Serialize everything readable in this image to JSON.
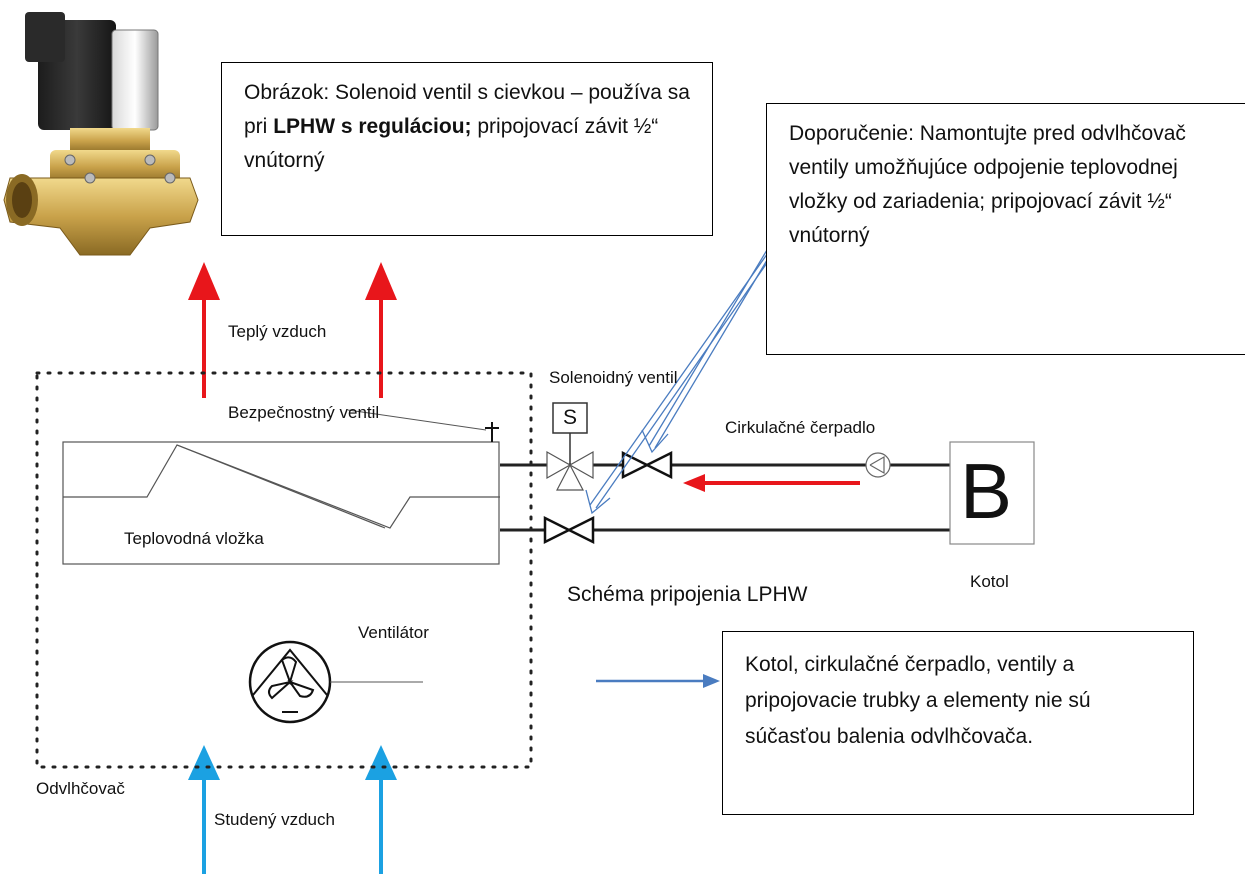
{
  "callouts": {
    "image_caption": {
      "part1": "Obrázok: Solenoid ventil s cievkou – používa sa pri ",
      "bold": "LPHW s reguláciou;",
      "part2": " pripojovací závit ½“ vnútorný"
    },
    "recommendation": "Doporučenie: Namontujte pred odvlhčovač ventily umožňujúce odpojenie teplovodnej vložky od zariadenia; pripojovací závit ½“ vnútorný",
    "not_included": "Kotol, cirkulačné čerpadlo, ventily a pripojovacie trubky a elementy nie sú súčasťou balenia odvlhčovača."
  },
  "labels": {
    "warm_air": "Teplý vzduch",
    "cold_air": "Studený vzduch",
    "safety_valve": "Bezpečnostný ventil",
    "solenoid_valve": "Solenoidný ventil",
    "circulation_pump": "Cirkulačné čerpadlo",
    "heat_exchanger": "Teplovodná vložka",
    "fan": "Ventilátor",
    "dehumidifier": "Odvlhčovač",
    "boiler": "Kotol",
    "schema_title": "Schéma pripojenia LPHW",
    "solenoid_symbol": "S",
    "boiler_symbol": "B"
  },
  "colors": {
    "warm_arrow": "#e8161b",
    "cold_arrow": "#1ba1e2",
    "pointer": "#4a7cc0",
    "pipe": "#222222",
    "brass": "#c9a24a"
  }
}
